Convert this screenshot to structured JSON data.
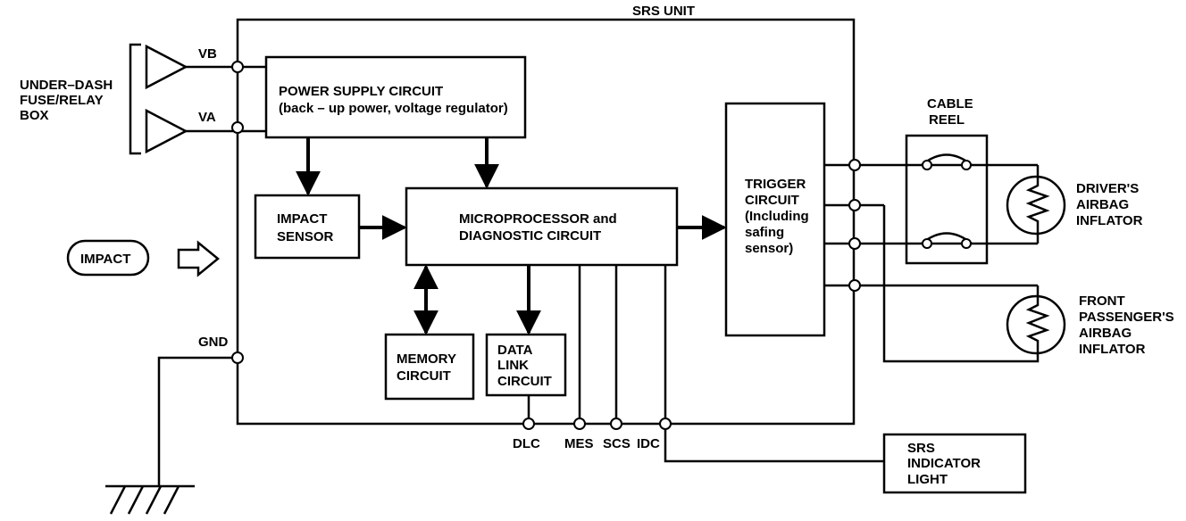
{
  "srs_unit": {
    "label": "SRS UNIT"
  },
  "fuse_box": {
    "lines": [
      "UNDER–DASH",
      "FUSE/RELAY",
      "BOX"
    ]
  },
  "terminals": {
    "vb": "VB",
    "va": "VA",
    "gnd": "GND",
    "dlc": "DLC",
    "mes": "MES",
    "scs": "SCS",
    "idc": "IDC"
  },
  "power_supply": {
    "line1": "POWER SUPPLY CIRCUIT",
    "line2": "(back – up power, voltage regulator)"
  },
  "impact_sensor": {
    "lines": [
      "IMPACT",
      "SENSOR"
    ]
  },
  "microprocessor": {
    "lines": [
      "MICROPROCESSOR and",
      "DIAGNOSTIC CIRCUIT"
    ]
  },
  "memory_circuit": {
    "lines": [
      "MEMORY",
      "CIRCUIT"
    ]
  },
  "data_link_circuit": {
    "lines": [
      "DATA",
      "LINK",
      "CIRCUIT"
    ]
  },
  "trigger_circuit": {
    "lines": [
      "TRIGGER",
      "CIRCUIT",
      "(Including",
      "safing",
      "sensor)"
    ]
  },
  "cable_reel": {
    "lines": [
      "CABLE",
      "REEL"
    ]
  },
  "drivers_airbag": {
    "lines": [
      "DRIVER'S",
      "AIRBAG",
      "INFLATOR"
    ]
  },
  "passenger_airbag": {
    "lines": [
      "FRONT",
      "PASSENGER'S",
      "AIRBAG",
      "INFLATOR"
    ]
  },
  "impact_input": {
    "label": "IMPACT"
  },
  "srs_indicator": {
    "lines": [
      "SRS",
      "INDICATOR",
      "LIGHT"
    ]
  }
}
